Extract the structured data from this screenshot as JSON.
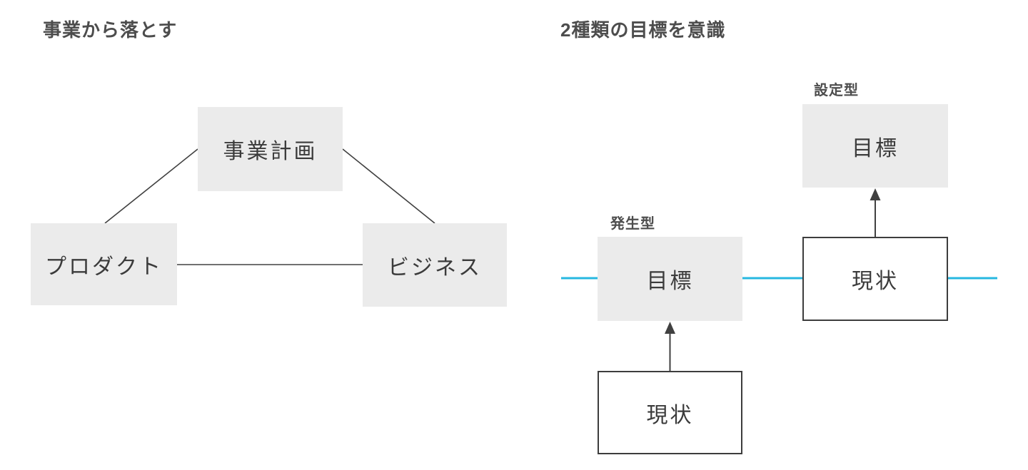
{
  "colors": {
    "box_fill": "#ebebeb",
    "connector": "#404040",
    "accent_cyan": "#27b8e0",
    "node_text": "#3b3b3b",
    "title_text": "#4d4d4d",
    "node_border": "#3d3d3d"
  },
  "left_diagram": {
    "title": "事業から落とす",
    "nodes": {
      "plan": "事業計画",
      "product": "プロダクト",
      "business": "ビジネス"
    }
  },
  "right_diagram": {
    "title": "2種類の目標を意識",
    "hassei": {
      "type": "発生型",
      "goal": "目標",
      "current": "現状"
    },
    "settei": {
      "type": "設定型",
      "goal": "目標",
      "current": "現状"
    }
  }
}
